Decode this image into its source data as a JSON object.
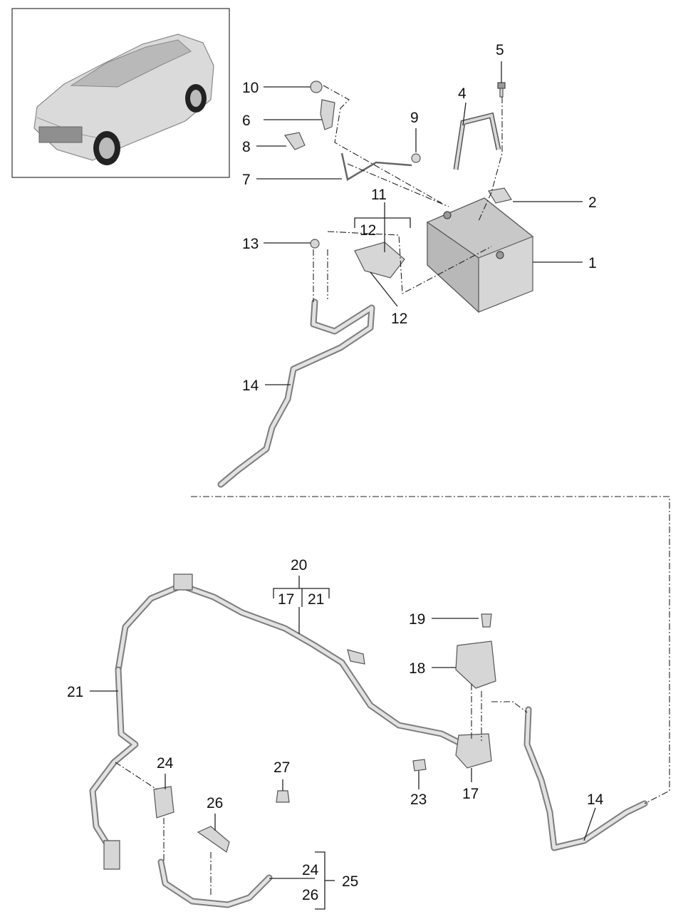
{
  "labels": {
    "l1": "1",
    "l2": "2",
    "l4": "4",
    "l5": "5",
    "l6": "6",
    "l7": "7",
    "l8": "8",
    "l9": "9",
    "l10": "10",
    "l11": "11",
    "l11_sub": "12",
    "l12": "12",
    "l13": "13",
    "l14a": "14",
    "l14b": "14",
    "l17": "17",
    "l18": "18",
    "l19": "19",
    "l20": "20",
    "l20_sub_a": "17",
    "l20_sub_b": "21",
    "l21": "21",
    "l23": "23",
    "l24": "24",
    "l25": "25",
    "l25_sub_a": "24",
    "l25_sub_b": "26",
    "l26": "26",
    "l27": "27"
  },
  "icons": {
    "vehicle": "suv-vehicle-icon",
    "battery": "car-battery-icon"
  },
  "colors": {
    "line": "#222222",
    "part_fill": "#d6d6d6",
    "cable": "#7c7c7c"
  }
}
